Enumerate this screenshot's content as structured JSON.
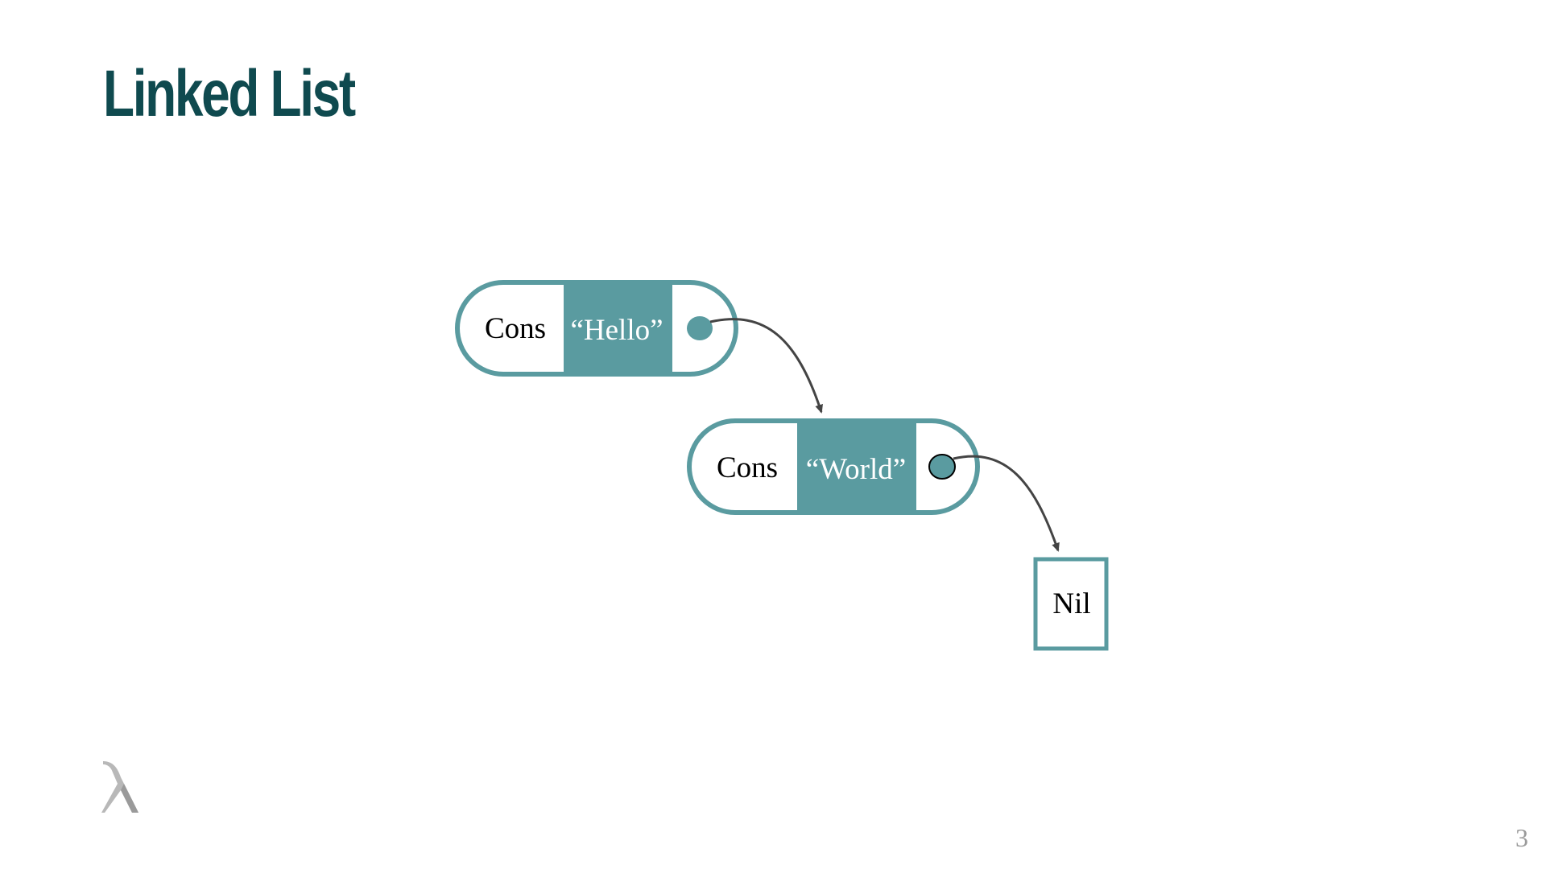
{
  "title": "Linked List",
  "nodes": [
    {
      "label": "Cons",
      "value": "“Hello”"
    },
    {
      "label": "Cons",
      "value": "“World”"
    }
  ],
  "terminal": {
    "label": "Nil"
  },
  "page_number": "3",
  "colors": {
    "title": "#0f4a4f",
    "accent": "#5a9ba0",
    "arrow": "#444444",
    "page_number": "#9a9a9a"
  },
  "icons": {
    "logo": "lambda-logo-icon"
  }
}
